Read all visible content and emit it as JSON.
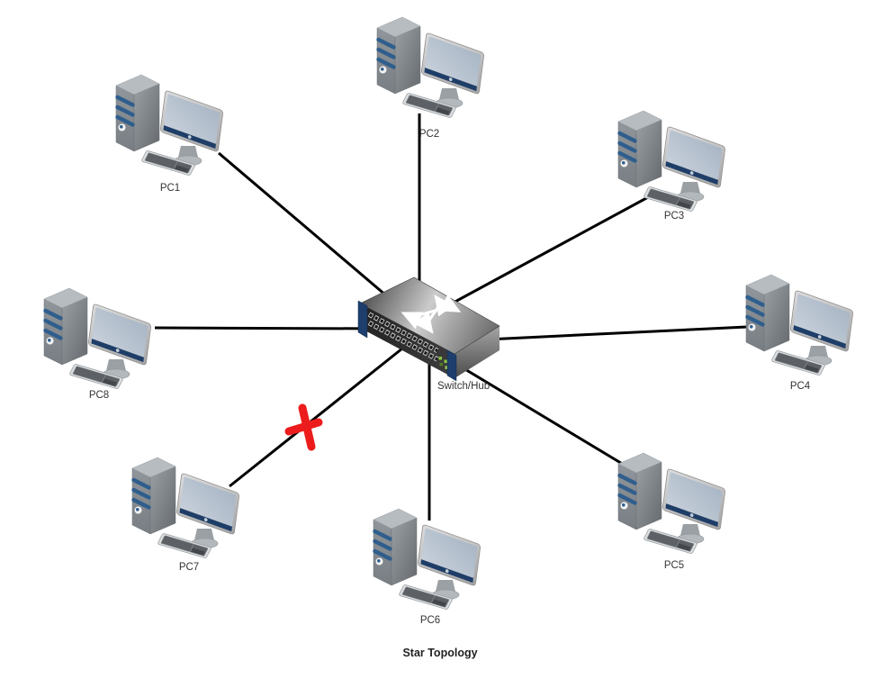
{
  "title": "Star Topology",
  "diagram": {
    "type": "network-topology",
    "topology": "star",
    "hub": {
      "id": "hub",
      "label": "Switch/Hub",
      "device": "switch"
    },
    "nodes": [
      {
        "id": "pc1",
        "label": "PC1",
        "device": "desktop-computer",
        "position": "top-left"
      },
      {
        "id": "pc2",
        "label": "PC2",
        "device": "desktop-computer",
        "position": "top-center"
      },
      {
        "id": "pc3",
        "label": "PC3",
        "device": "desktop-computer",
        "position": "top-right"
      },
      {
        "id": "pc4",
        "label": "PC4",
        "device": "desktop-computer",
        "position": "right"
      },
      {
        "id": "pc5",
        "label": "PC5",
        "device": "desktop-computer",
        "position": "bottom-right"
      },
      {
        "id": "pc6",
        "label": "PC6",
        "device": "desktop-computer",
        "position": "bottom-center"
      },
      {
        "id": "pc7",
        "label": "PC7",
        "device": "desktop-computer",
        "position": "bottom-left"
      },
      {
        "id": "pc8",
        "label": "PC8",
        "device": "desktop-computer",
        "position": "left"
      }
    ],
    "connections": [
      {
        "from": "pc1",
        "to": "hub",
        "status": "ok"
      },
      {
        "from": "pc2",
        "to": "hub",
        "status": "ok"
      },
      {
        "from": "pc3",
        "to": "hub",
        "status": "ok"
      },
      {
        "from": "pc4",
        "to": "hub",
        "status": "ok"
      },
      {
        "from": "pc5",
        "to": "hub",
        "status": "ok"
      },
      {
        "from": "pc6",
        "to": "hub",
        "status": "ok"
      },
      {
        "from": "pc7",
        "to": "hub",
        "status": "broken"
      },
      {
        "from": "pc8",
        "to": "hub",
        "status": "ok"
      }
    ],
    "colors": {
      "background": "#ffffff",
      "line": "#000000",
      "broken_marker": "#ed1c1c",
      "label_text": "#333333",
      "switch_accent_blue": "#1e3f6d",
      "pc_stripe_blue": "#2f5e8d",
      "monitor_bezel_blue": "#1e3e68",
      "screen_fill": "#b0bcca",
      "led_green": "#86c440"
    }
  }
}
